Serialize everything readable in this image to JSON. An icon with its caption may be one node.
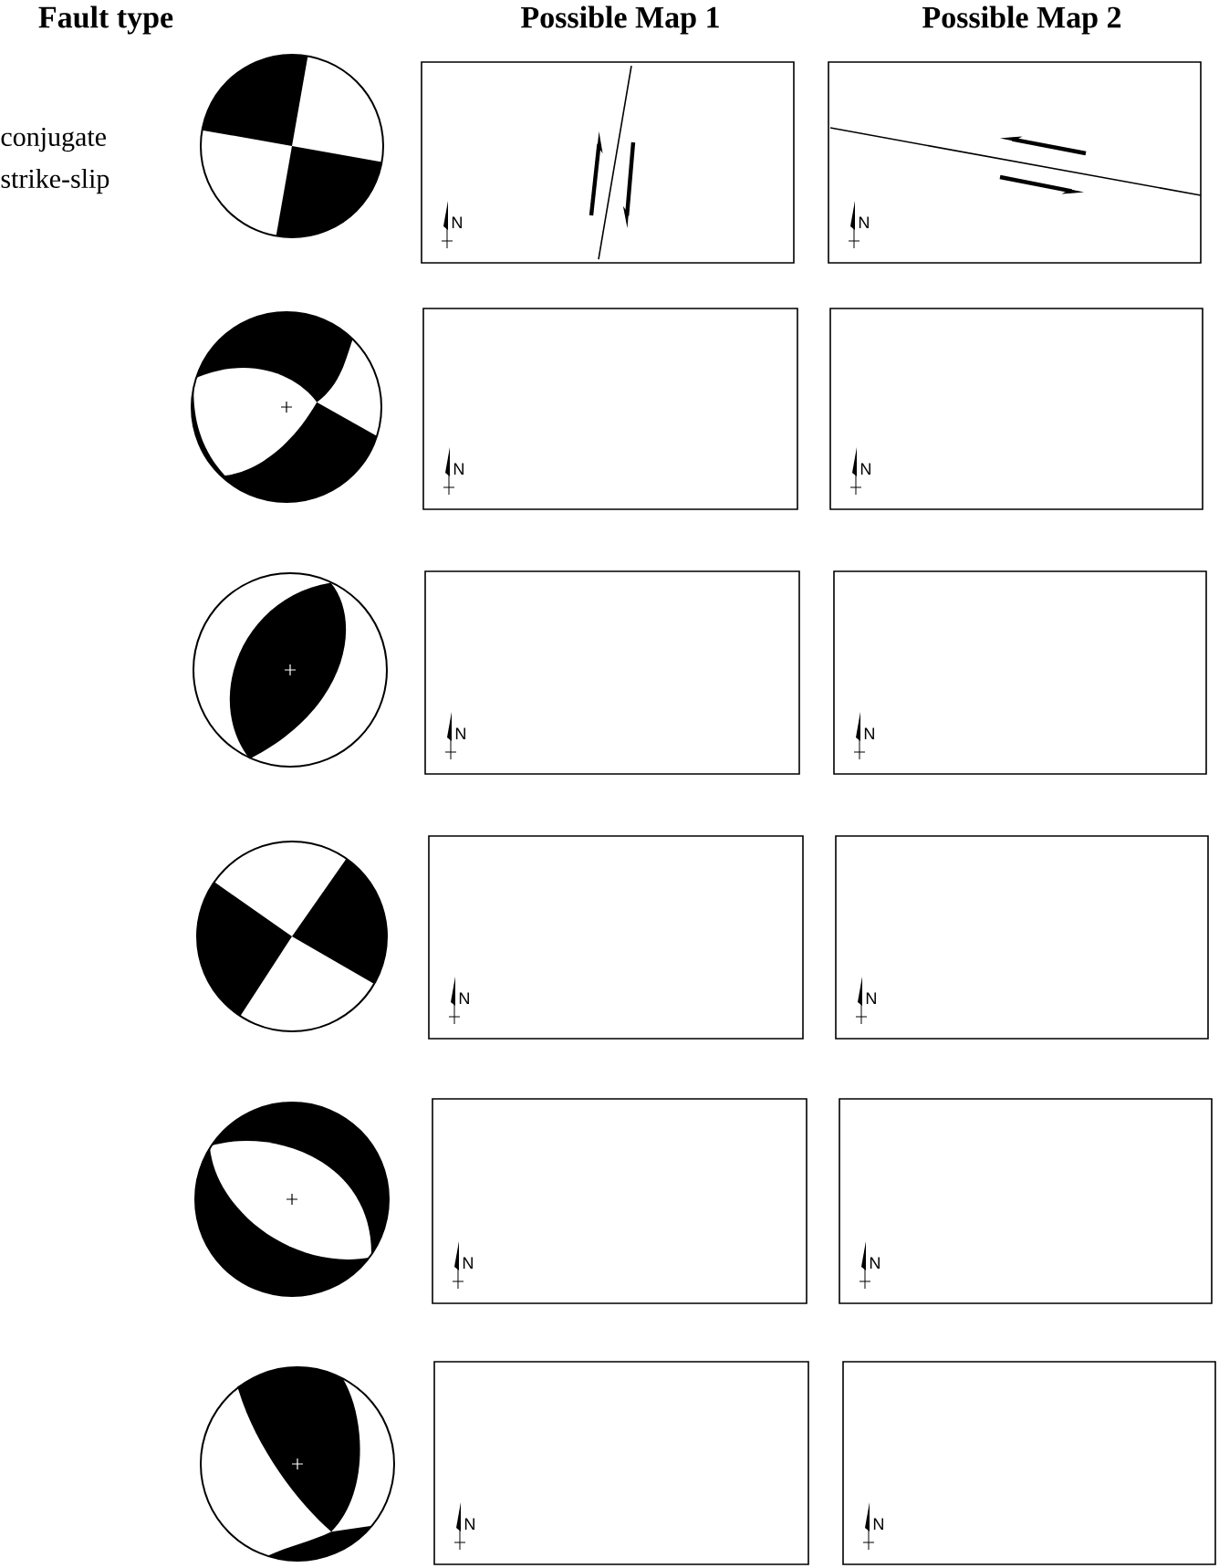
{
  "diagram": {
    "nodes": [
      {
        "text": [
          "N"
        ]
      },
      {
        "text": [
          "N"
        ]
      },
      {
        "text": [
          "N"
        ]
      },
      {
        "text": [
          "N"
        ]
      },
      {
        "text": [
          "N"
        ]
      },
      {
        "text": [
          "N"
        ]
      },
      {
        "text": [
          "N"
        ]
      },
      {
        "text": [
          "N"
        ]
      },
      {
        "text": [
          "N"
        ]
      },
      {
        "text": [
          "N"
        ]
      },
      {
        "text": [
          "N"
        ]
      },
      {
        "text": [
          "N"
        ]
      }
    ],
    "labels": [
      "Fault type",
      "Possible Map 1",
      "Possible Map 2",
      "conjugate strike-slip"
    ]
  }
}
